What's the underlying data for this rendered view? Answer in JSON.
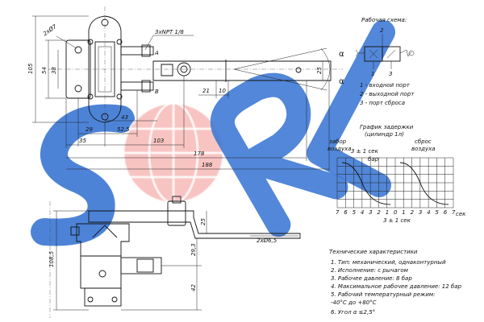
{
  "watermark": {
    "text": "SOR",
    "colors": {
      "blue": "#2f6fd1",
      "red": "#e8413c"
    }
  },
  "top_view": {
    "thread": "3xNPT 1/8",
    "holes": "2xØ7",
    "port_a": "A",
    "port_b": "B",
    "dims": {
      "d105": "105",
      "d54": "54",
      "d38": "38",
      "d25": "25",
      "d21": "21",
      "d10": "10",
      "d43": "43",
      "d29": "29",
      "d52_5": "52,5",
      "d35": "35",
      "d103": "103",
      "d178": "178",
      "d188": "188"
    },
    "angle_label_top": "α",
    "angle_label_bottom": "α"
  },
  "side_view": {
    "holes": "2xØ6,5",
    "dims": {
      "d25": "25",
      "d108_5": "108,5",
      "d29_3": "29,3",
      "d42": "42"
    }
  },
  "scheme": {
    "title": "Рабочая схема:",
    "nums": {
      "n1": "1",
      "n2": "2",
      "n3": "3"
    },
    "ports": [
      "1 - входной порт",
      "2 - выходной порт",
      "3 - порт сброса"
    ]
  },
  "graph": {
    "title_line1": "График задержки",
    "title_line2": "(цилиндр 1л)",
    "left_label_line1": "забор",
    "left_label_line2": "воздуха",
    "right_label_line1": "сброс",
    "right_label_line2": "воздуха",
    "left_time": "3 ± 1 сек",
    "right_time": "3 ± 1 сек",
    "bar": "бар",
    "ticks": [
      "7",
      "6",
      "5",
      "4",
      "3",
      "2",
      "1",
      "0",
      "1",
      "2",
      "3",
      "4",
      "5",
      "6",
      "7"
    ],
    "unit": "сек"
  },
  "specs": {
    "title": "Технические характеристики",
    "items": [
      "1. Тип: механический, однаконтурный",
      "2. Исполнение: с рычагом",
      "3. Рабочее давление: 8 бар",
      "4. Максимальное рабочее давление: 12 бар",
      "5. Рабочий температурный режим:",
      "-40°С до +80°С",
      "6. Угол α ≤2,5°"
    ]
  }
}
